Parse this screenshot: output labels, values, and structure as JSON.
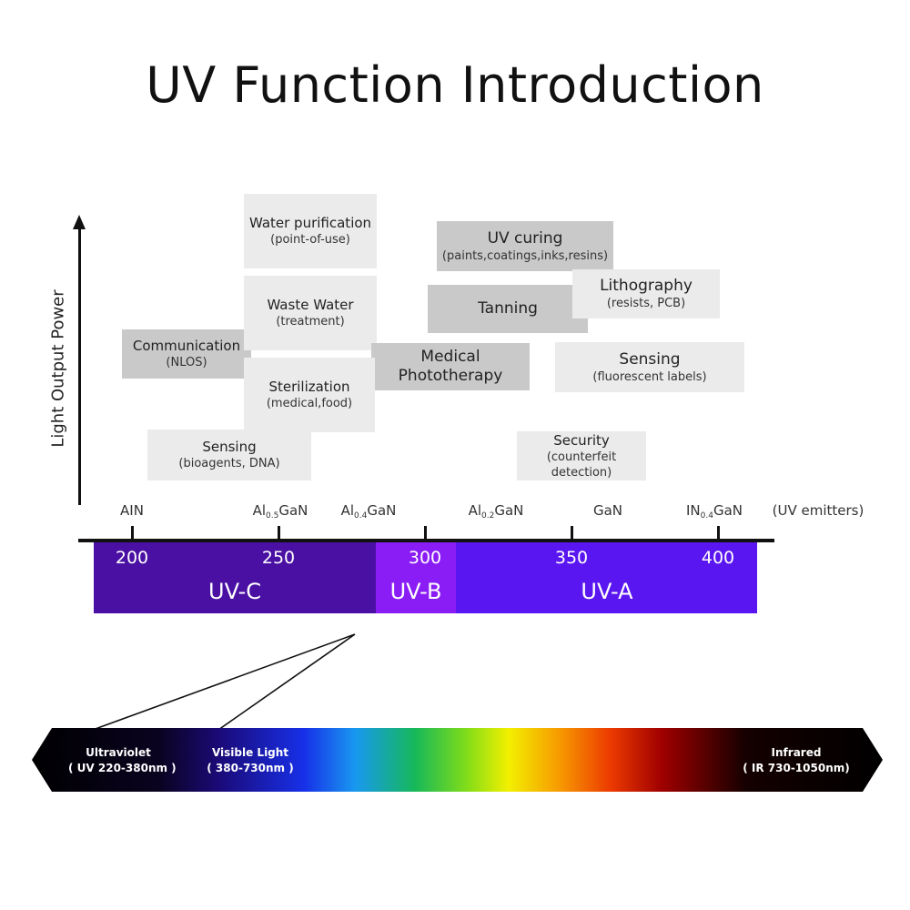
{
  "title": "UV Function Introduction",
  "y_axis_label": "Light Output Power",
  "applications": [
    {
      "title": "Water purification",
      "subtitle": "(point-of-use)",
      "color": "#ebebeb"
    },
    {
      "title": "UV curing",
      "subtitle": "(paints,coatings,inks,resins)",
      "color": "#c9c9c9"
    },
    {
      "title": "Waste Water",
      "subtitle": "(treatment)",
      "color": "#ebebeb"
    },
    {
      "title": "Tanning",
      "subtitle": "",
      "color": "#c9c9c9"
    },
    {
      "title": "Lithography",
      "subtitle": "(resists, PCB)",
      "color": "#ebebeb"
    },
    {
      "title": "Communication",
      "subtitle": "(NLOS)",
      "color": "#c9c9c9"
    },
    {
      "title": "Medical\nPhototherapy",
      "subtitle": "",
      "color": "#c9c9c9"
    },
    {
      "title": "Sensing",
      "subtitle": "(fluorescent labels)",
      "color": "#ebebeb"
    },
    {
      "title": "Sterilization",
      "subtitle": "(medical,food)",
      "color": "#ebebeb"
    },
    {
      "title": "Sensing",
      "subtitle": "(bioagents, DNA)",
      "color": "#ebebeb"
    },
    {
      "title": "Security",
      "subtitle": "(counterfeit detection)",
      "color": "#ebebeb"
    }
  ],
  "emitters": [
    {
      "main": "AIN",
      "sub": "",
      "rest": ""
    },
    {
      "main": "Al",
      "sub": "0.5",
      "rest": "GaN"
    },
    {
      "main": "Al",
      "sub": "0.4",
      "rest": "GaN"
    },
    {
      "main": "Al",
      "sub": "0.2",
      "rest": "GaN"
    },
    {
      "main": "GaN",
      "sub": "",
      "rest": ""
    },
    {
      "main": "IN",
      "sub": "0.4",
      "rest": "GaN"
    }
  ],
  "emitters_caption": "(UV emitters)",
  "wavelength_ticks": [
    "200",
    "250",
    "300",
    "350",
    "400"
  ],
  "bands": [
    {
      "label": "UV-C",
      "color": "#4a0fa3"
    },
    {
      "label": "UV-B",
      "color": "#8a1cf5"
    },
    {
      "label": "UV-A",
      "color": "#5a16f0"
    }
  ],
  "spectrum": {
    "ultraviolet_label": "Ultraviolet",
    "ultraviolet_range": "( UV 220-380nm )",
    "visible_label": "Visible Light",
    "visible_range": "( 380-730nm )",
    "infrared_label": "Infrared",
    "infrared_range": "( IR 730-1050nm)"
  }
}
